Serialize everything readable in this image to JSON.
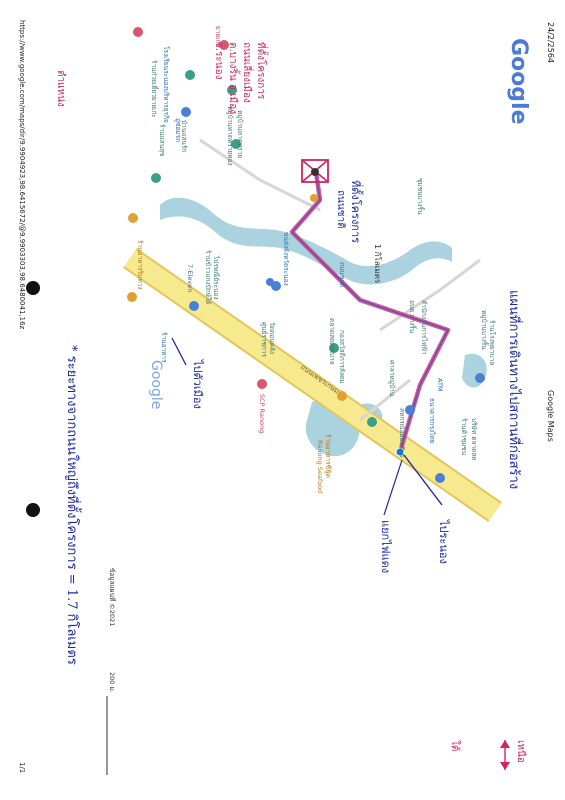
{
  "header": {
    "date": "24/2/2564",
    "page_title": "Google Maps",
    "logo_text": "Google"
  },
  "footer": {
    "url": "https://www.google.com/maps/dir/9.9904923,98.6415672/@9.9903303,98.6480041,16z",
    "page_number": "1/1"
  },
  "map": {
    "copyright": "ข้อมูลแผนที่ ©2021",
    "scale_label": "200 ม.",
    "watermark": "Google",
    "roads": {
      "main_road": "ถนนเพชรเกษม",
      "side_road": "ถนนชาติ"
    },
    "places": [
      "ขนส่งจังหวัดระนอง",
      "ยายเก่ะ",
      "ร้านก๋วยเตี๋ยวยายเก่ะ",
      "หมู่บ้านหาดทรายทอง",
      "โรงเรียนระนองบริหารธุรกิจ",
      "อู่ซ่อมรถ",
      "บ้านแสนรัก",
      "หมู่บ้านหาดทราย",
      "ร้านข้าวแกงปักษ์ใต้",
      "ร้านแสนสุข",
      "ตลาดสดเทศบาล",
      "วัดดอนคลัง",
      "ศูนย์ราชการ",
      "ร้านอาหารริมทาง",
      "ไปรษณีย์ระนอง",
      "7-Eleven",
      "ร้านอาหาร",
      "กองสวัสดิการสังคม",
      "SCP Ranong",
      "สำนักงานการไฟฟ้า",
      "อบต.บางริ้น",
      "ร้านอาหารซีฟู้ด",
      "Ranong Seafood",
      "บริษัท ตลาดสด",
      "ร้านค้าชุมชน",
      "ศาลาหมู่บ้าน",
      "ATM",
      "ธนาคารกรุงไทย",
      "สหกรณ์ออมทรัพย์",
      "ร้านโรงพยาบาล",
      "หมู่บ้านบางริ้น",
      "ชุมชนบางริ้น"
    ],
    "route_label": "1 กิโลเมตร"
  },
  "annotations": {
    "top_note": "แผนที่การเดินทางไปสถานที่ก่อสร้าง",
    "left_block": [
      "ที่ตั้งโครงการ",
      "ถนนเลี่ยงเมือง",
      "ต.บางริ้น อ.เมือง",
      "จ.ระนอง"
    ],
    "site_label": "ที่ตั้งโครงการ",
    "side_label": "ถนนชาติ",
    "to_city": "ไประนอง",
    "to_town": "ไปตัวเมือง",
    "junction": "แยกไฟแดง",
    "bottom_note": "* ระยะทางจากถนนใหญ่ถึงที่ตั้งโครงการ = 1.7 กิโลเมตร",
    "bottom_left": "ตำแหน่ง",
    "compass_north": "เหนือ",
    "compass_south": "ใต้"
  },
  "colors": {
    "river": "#aad3df",
    "road_fill": "#f7e98e",
    "road_edge": "#e3c65a",
    "route": "#6a4fbf",
    "route_outer": "#d65a8a",
    "ink_blue": "#1c2aa0",
    "ink_red": "#d3245c",
    "green_poi": "#3b9e86",
    "blue_poi": "#4a7fd6",
    "orange_poi": "#e0a033",
    "pink_poi": "#d9566f"
  }
}
